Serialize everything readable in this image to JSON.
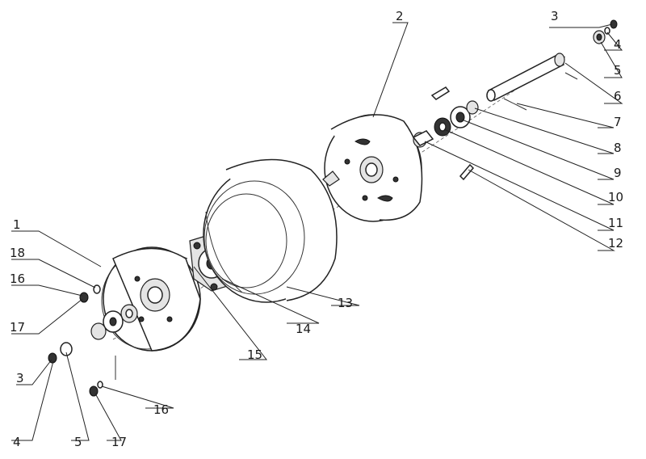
{
  "labels": {
    "l1": "1",
    "l2": "2",
    "l3a": "3",
    "l4a": "4",
    "l5a": "5",
    "l6": "6",
    "l7": "7",
    "l8": "8",
    "l9": "9",
    "l10": "10",
    "l11": "11",
    "l12": "12",
    "l13": "13",
    "l14": "14",
    "l15": "15",
    "l16a": "16",
    "l17a": "17",
    "l18": "18",
    "l16b": "16",
    "l17b": "17",
    "l3b": "3",
    "l4b": "4",
    "l5b": "5"
  }
}
